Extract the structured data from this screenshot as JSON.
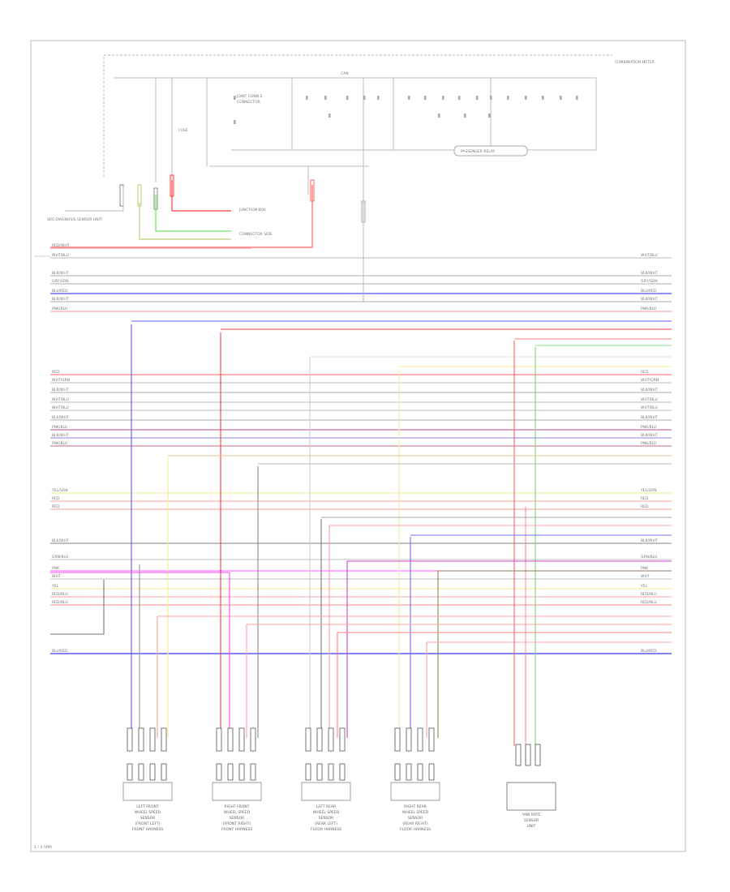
{
  "diagram": {
    "footer_code": "1 / 4 (VM)",
    "top_labels": {
      "combination_meter": "COMBINATION METER",
      "can_label": "CAN"
    },
    "left_labels": {
      "module": "SRS DIAGNOSIS SENSOR UNIT",
      "splice1": "JUNCTION BOX",
      "splice2": "CONNECTOR SIDE"
    },
    "components": {
      "fuse_label": "FUSE",
      "joint_connector_a": "JOINT CONN 2",
      "joint_connector_b": "CONNECTOR",
      "passenger_relay": "PASSENGER RELAY"
    },
    "bottom_components": [
      {
        "l1": "LEFT FRONT",
        "l2": "WHEEL SPEED",
        "l3": "SENSOR",
        "l4": "(FRONT LEFT)",
        "l5": "FRONT HARNESS"
      },
      {
        "l1": "RIGHT FRONT",
        "l2": "WHEEL SPEED",
        "l3": "SENSOR",
        "l4": "(FRONT RIGHT)",
        "l5": "FRONT HARNESS"
      },
      {
        "l1": "LEFT REAR",
        "l2": "WHEEL SPEED",
        "l3": "SENSOR",
        "l4": "(REAR LEFT)",
        "l5": "FLOOR HARNESS"
      },
      {
        "l1": "RIGHT REAR",
        "l2": "WHEEL SPEED",
        "l3": "SENSOR",
        "l4": "(REAR RIGHT)",
        "l5": "FLOOR HARNESS"
      },
      {
        "l1": "YAW RATE",
        "l2": "SENSOR",
        "l3": "UNIT",
        "l4": "",
        "l5": ""
      }
    ],
    "wire_rows": [
      {
        "left": "RED/WHT",
        "right": "",
        "color": "#ff9da0"
      },
      {
        "left": "WHT/BLU",
        "right": "WHT/BLU",
        "color": "#c6c6c6"
      },
      {
        "left": "BLK/WHT",
        "right": "BLK/WHT",
        "color": "#bdbdbd"
      },
      {
        "left": "GRY/GRN",
        "right": "GRY/GRN",
        "color": "#bdbdbd"
      },
      {
        "left": "BLU/RED",
        "right": "BLU/RED",
        "color": "#6f6ff6"
      },
      {
        "left": "BLK/WHT",
        "right": "BLK/WHT",
        "color": "#bdbdbd"
      },
      {
        "left": "PNK/BLU",
        "right": "PNK/BLU",
        "color": "#ffaaaa"
      },
      {
        "left": "RED",
        "right": "RED",
        "color": "#ff8080"
      },
      {
        "left": "WHT/GRN",
        "right": "WHT/GRN",
        "color": "#c6c6c6"
      },
      {
        "left": "BLK/WHT",
        "right": "BLK/WHT",
        "color": "#bdbdbd"
      },
      {
        "left": "WHT/BLU",
        "right": "WHT/BLU",
        "color": "#c6c6c6"
      },
      {
        "left": "WHT/BLU",
        "right": "WHT/BLU",
        "color": "#c6c6c6"
      },
      {
        "left": "BLK/WHT",
        "right": "BLK/WHT",
        "color": "#bdbdbd"
      },
      {
        "left": "PNK/BLU",
        "right": "PNK/BLU",
        "color": "#cc6fa0"
      },
      {
        "left": "BLK/WHT",
        "right": "BLK/WHT",
        "color": "#9d9df5"
      },
      {
        "left": "PNK/BLU",
        "right": "PNK/BLU",
        "color": "#cc8a9a"
      },
      {
        "left": "YEL/GRN",
        "right": "YEL/GRN",
        "color": "#f3e9a0"
      },
      {
        "left": "RED",
        "right": "RED",
        "color": "#ffb0b0"
      },
      {
        "left": "RED",
        "right": "RED",
        "color": "#ffb0b0"
      },
      {
        "left": "BLK/WHT",
        "right": "BLK/WHT",
        "color": "#9a9a9a"
      },
      {
        "left": "GRN/BLU",
        "right": "GRN/BLU",
        "color": "#cfcfcf"
      },
      {
        "left": "PNK",
        "right": "PNK",
        "color": "#ff7aff"
      },
      {
        "left": "WHT",
        "right": "WHT",
        "color": "#cccccc"
      },
      {
        "left": "YEL",
        "right": "YEL",
        "color": "#ffeaa0"
      },
      {
        "left": "RED/BLU",
        "right": "RED/BLU",
        "color": "#ffb0b0"
      },
      {
        "left": "RED/BLU",
        "right": "RED/BLU",
        "color": "#ffa0a0"
      },
      {
        "left": "BLU/RED",
        "right": "BLU/RED",
        "color": "#5a5af0"
      }
    ]
  }
}
